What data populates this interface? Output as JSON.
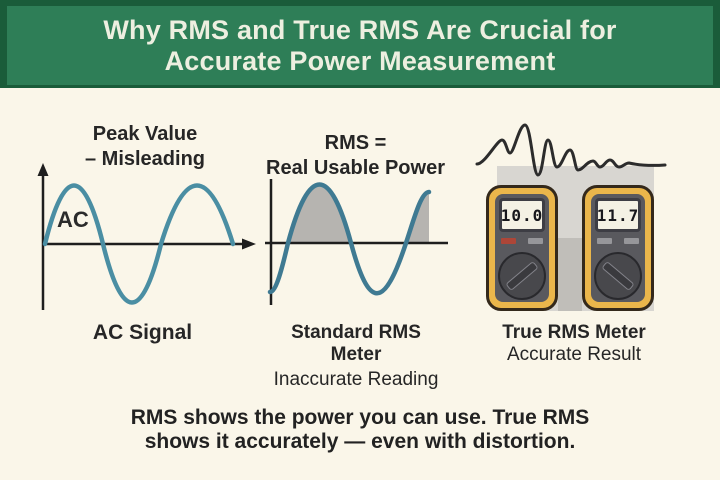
{
  "header": {
    "line1": "Why RMS and True RMS Are Crucial for",
    "line2": "Accurate Power Measurement"
  },
  "left_panel": {
    "title_line1": "Peak Value",
    "title_line2": "– Misleading",
    "wave_label": "AC",
    "caption": "AC Signal"
  },
  "middle_panel": {
    "title_line1": "RMS =",
    "title_line2": "Real Usable Power",
    "caption_line1": "Standard RMS",
    "caption_line2": "Meter",
    "caption_line3": "Inaccurate Reading"
  },
  "right_panel": {
    "meter_left_reading": "10.0",
    "meter_right_reading": "11.7",
    "caption_line1": "True RMS Meter",
    "caption_line2": "Accurate Result"
  },
  "footer": {
    "line1": "RMS shows the power you can use. True RMS",
    "line2": "shows it accurately — even with distortion."
  },
  "colors": {
    "banner_green": "#2e7e57",
    "banner_border_green": "#1a5c3a",
    "background_cream": "#faf6e9",
    "wave_teal": "#41809a",
    "shade_gray": "#b6b4b0",
    "backdrop_gray": "#d8d6d1",
    "meter_yellow": "#eab64b",
    "meter_face_gray": "#59595e",
    "red_button": "#ad4638",
    "ink": "#262626"
  }
}
